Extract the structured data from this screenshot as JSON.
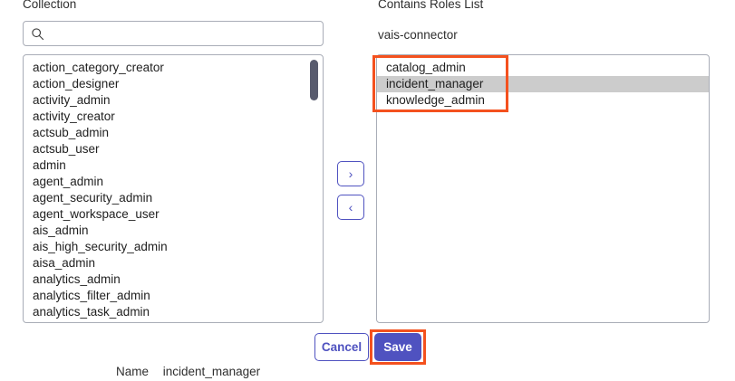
{
  "left_panel": {
    "label": "Collection",
    "search": {
      "value": "",
      "placeholder": "",
      "icon": "search-icon"
    },
    "options": [
      "action_category_creator",
      "action_designer",
      "activity_admin",
      "activity_creator",
      "actsub_admin",
      "actsub_user",
      "admin",
      "agent_admin",
      "agent_security_admin",
      "agent_workspace_user",
      "ais_admin",
      "ais_high_security_admin",
      "aisa_admin",
      "analytics_admin",
      "analytics_filter_admin",
      "analytics_task_admin"
    ]
  },
  "transfer": {
    "move_right_label": "›",
    "move_left_label": "‹",
    "move_right_icon": "chevron-right-icon",
    "move_left_icon": "chevron-left-icon"
  },
  "right_panel": {
    "label": "Contains Roles List",
    "parent_role": "vais-connector",
    "options": [
      {
        "label": "catalog_admin",
        "selected": false
      },
      {
        "label": "incident_manager",
        "selected": true
      },
      {
        "label": "knowledge_admin",
        "selected": false
      }
    ]
  },
  "footer": {
    "cancel_label": "Cancel",
    "save_label": "Save"
  },
  "record": {
    "name_label": "Name",
    "name_value": "incident_manager"
  },
  "colors": {
    "accent": "#4f52c0",
    "annotation": "#f4511e",
    "selection": "#cccccc",
    "border": "#a9adb7",
    "scroll_thumb": "#585b6e"
  }
}
